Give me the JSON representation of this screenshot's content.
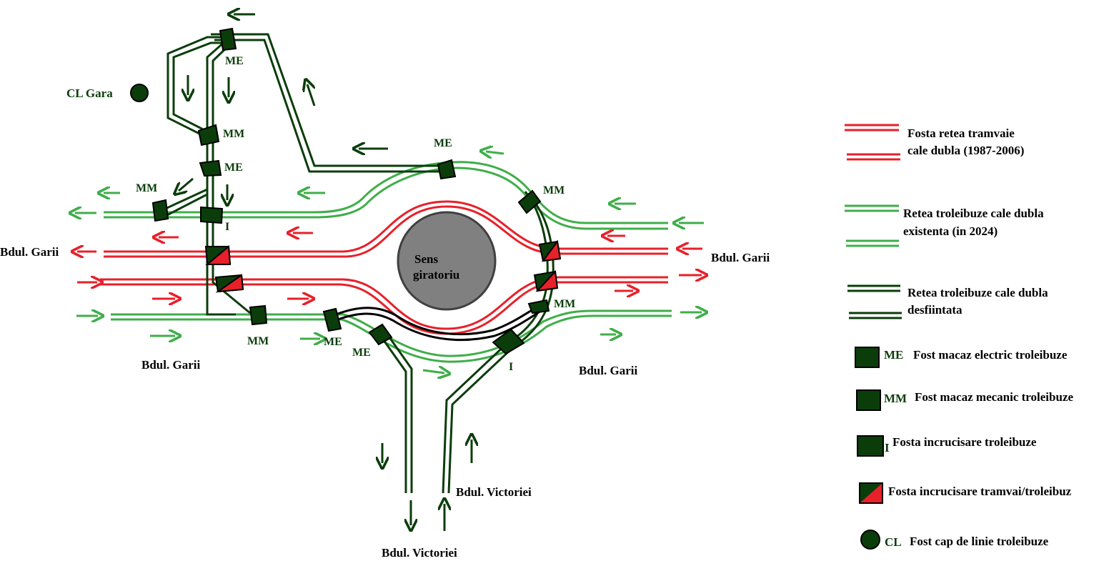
{
  "center": {
    "line1": "Sens",
    "line2": "giratoriu"
  },
  "streets": {
    "garii_left": "Bdul. Garii",
    "garii_bottom_left": "Bdul. Garii",
    "garii_right": "Bdul. Garii",
    "garii_bottom_right": "Bdul. Garii",
    "victoriei_mid": "Bdul. Victoriei",
    "victoriei_bottom": "Bdul. Victoriei"
  },
  "terminal": "CL Gara",
  "junctions": {
    "me_top": "ME",
    "mm_upper": "MM",
    "me_upper": "ME",
    "mm_left": "MM",
    "i_left": "I",
    "mm_bottom_left": "MM",
    "me_bottom": "ME",
    "me_bottom2": "ME",
    "i_bottom_right": "I",
    "mm_right_lower": "MM",
    "me_top_ring": "ME",
    "mm_right_upper": "MM"
  },
  "legend": {
    "tram_line1": "Fosta retea tramvaie",
    "tram_line2": "cale dubla (1987-2006)",
    "troley_line1": "Retea troleibuze cale dubla",
    "troley_line2": "existenta (in 2024)",
    "old_line1": "Retea troleibuze cale dubla",
    "old_line2": "desfiintata",
    "me_code": "ME",
    "me_text": "Fost macaz electric troleibuze",
    "mm_code": "MM",
    "mm_text": "Fost macaz mecanic troleibuze",
    "i_code": "I",
    "i_text": "Fosta incrucisare troleibuze",
    "x_text": "Fosta incrucisare tramvai/troleibuz",
    "cl_code": "CL",
    "cl_text": "Fost cap de linie troleibuze"
  },
  "colors": {
    "tram": "#e8202a",
    "trolley_existing": "#3fae49",
    "trolley_removed": "#0b3d0b",
    "roundabout": "#808080",
    "junction": "#0b3d0b"
  }
}
